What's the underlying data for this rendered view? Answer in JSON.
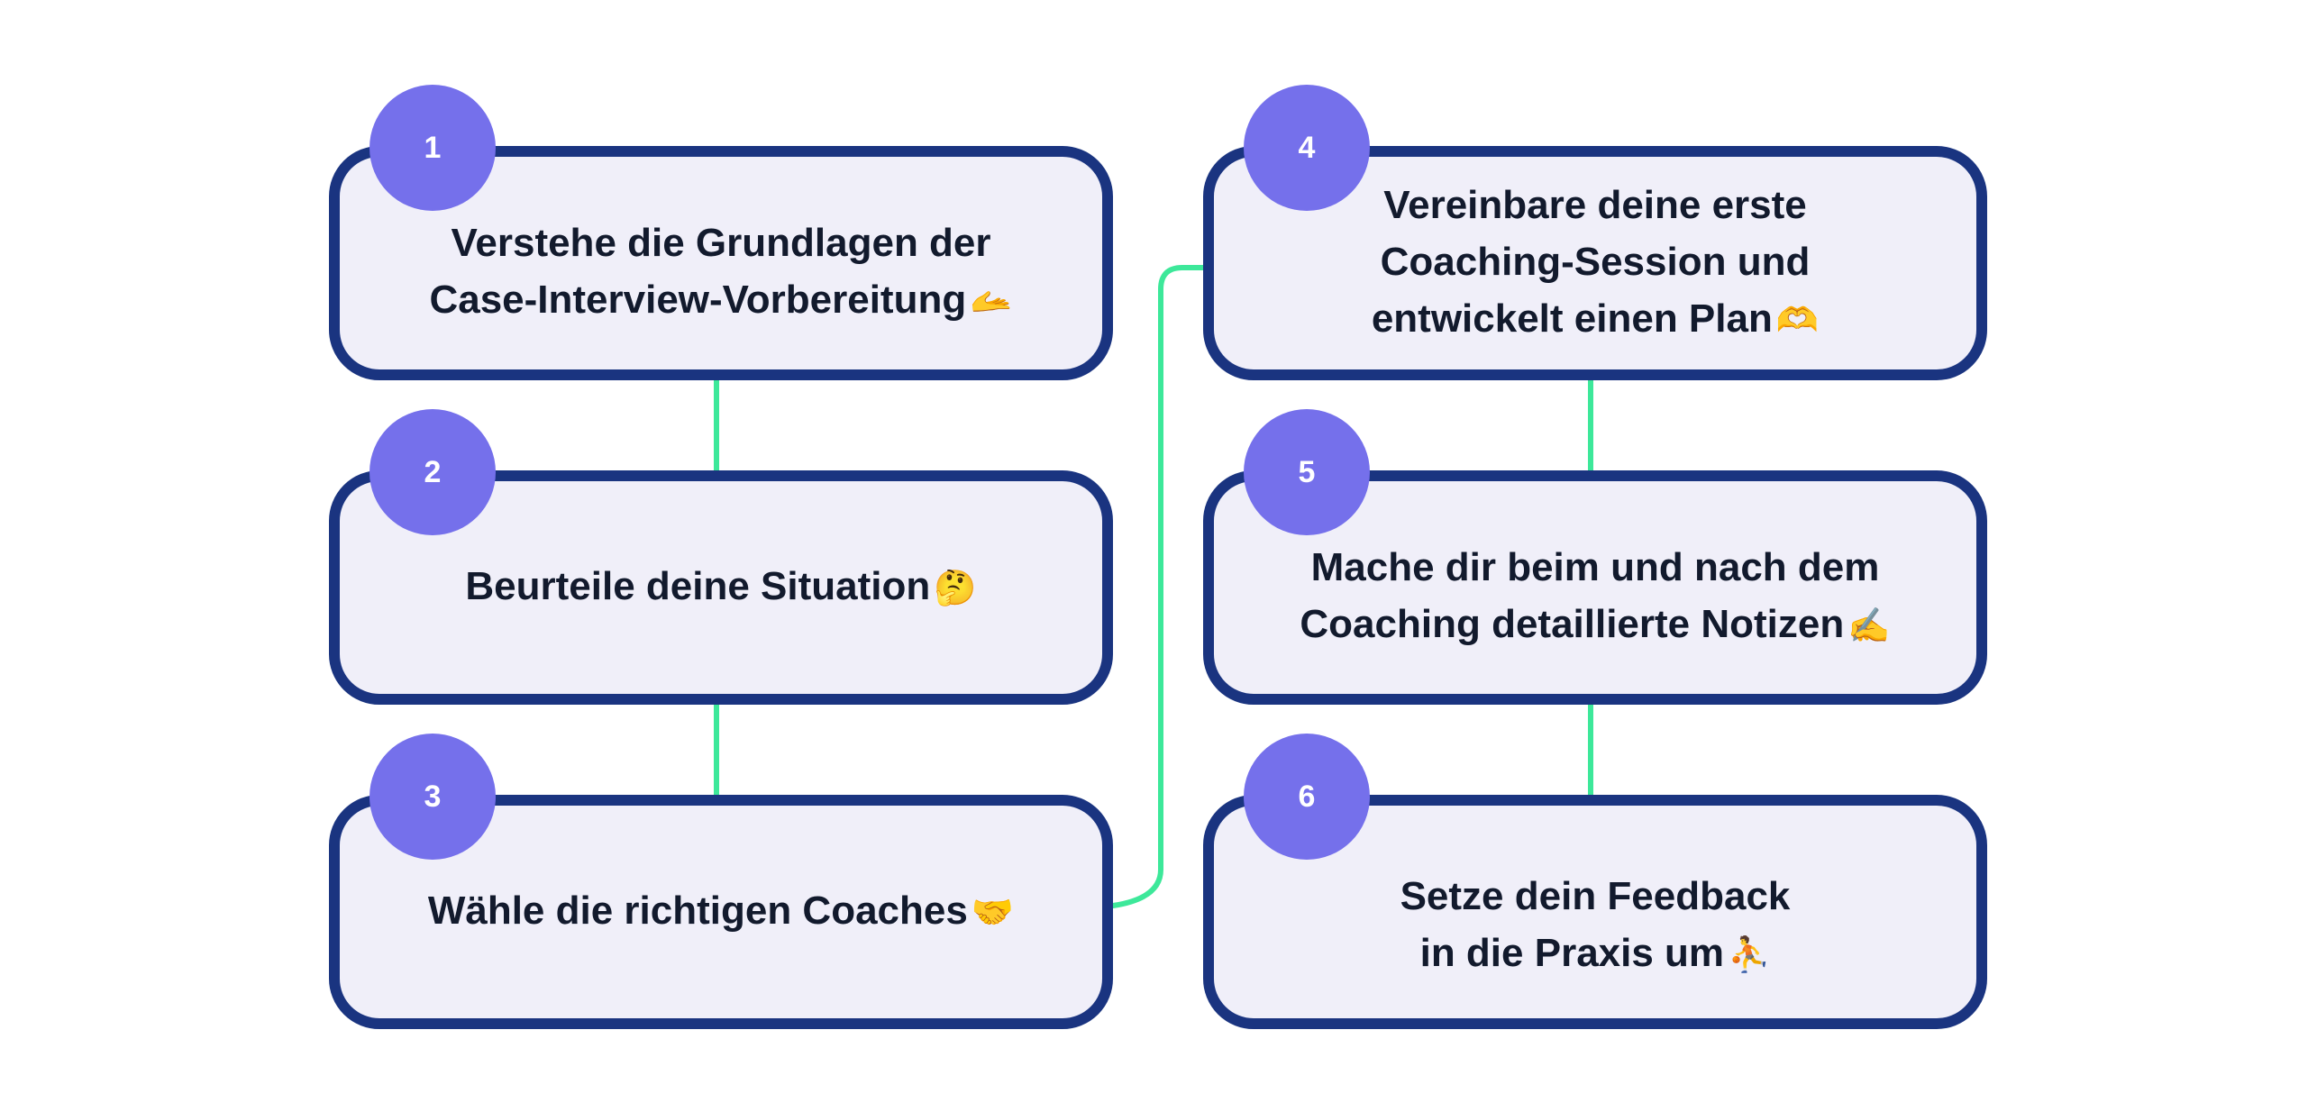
{
  "colors": {
    "card_border": "#1a3480",
    "card_fill": "#f0eff9",
    "badge_fill": "#7570eb",
    "connector": "#3de89a",
    "text": "#121a2d"
  },
  "steps": [
    {
      "number": "1",
      "lines": [
        "Verstehe die Grundlagen der",
        "Case-Interview-Vorbereitung"
      ],
      "emoji": "🫴",
      "emoji_name": "palm-up-hand-icon"
    },
    {
      "number": "2",
      "lines": [
        "Beurteile deine Situation"
      ],
      "emoji": "🤔",
      "emoji_name": "thinking-face-icon"
    },
    {
      "number": "3",
      "lines": [
        "Wähle die richtigen Coaches"
      ],
      "emoji": "🤝",
      "emoji_name": "handshake-icon"
    },
    {
      "number": "4",
      "lines": [
        "Vereinbare deine erste",
        "Coaching-Session und",
        "entwickelt einen Plan"
      ],
      "emoji": "🫶",
      "emoji_name": "heart-hands-icon"
    },
    {
      "number": "5",
      "lines": [
        "Mache dir beim und nach dem",
        "Coaching detaillierte Notizen"
      ],
      "emoji": "✍️",
      "emoji_name": "writing-hand-icon"
    },
    {
      "number": "6",
      "lines": [
        "Setze dein Feedback",
        "in die Praxis um"
      ],
      "emoji": "⛹️",
      "emoji_name": "person-bouncing-ball-icon"
    }
  ]
}
